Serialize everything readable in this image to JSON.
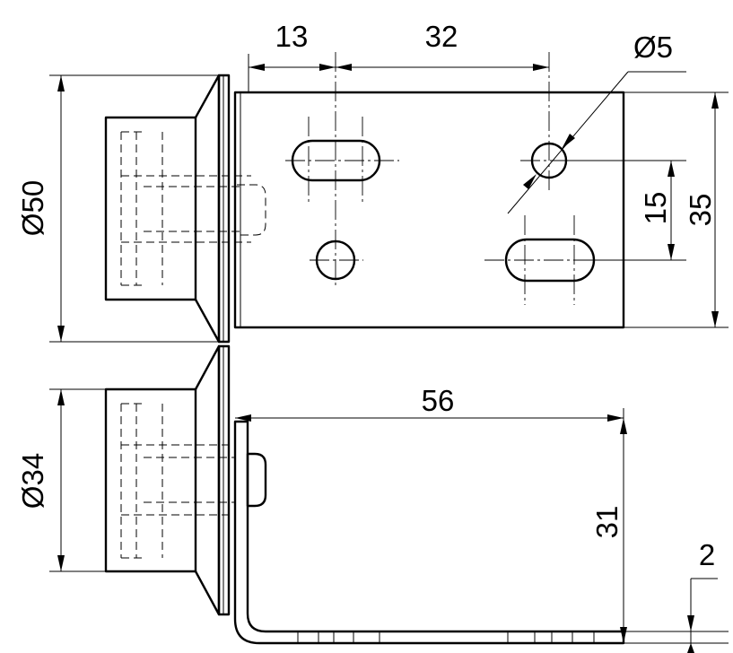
{
  "dimensions": {
    "width_13": "13",
    "width_32": "32",
    "hole_dia": "Ø5",
    "height_15": "15",
    "height_35": "35",
    "diameter_50": "Ø50",
    "diameter_34": "Ø34",
    "length_56": "56",
    "height_31": "31",
    "thickness_2": "2"
  },
  "colors": {
    "line": "#000000",
    "background": "#ffffff"
  }
}
